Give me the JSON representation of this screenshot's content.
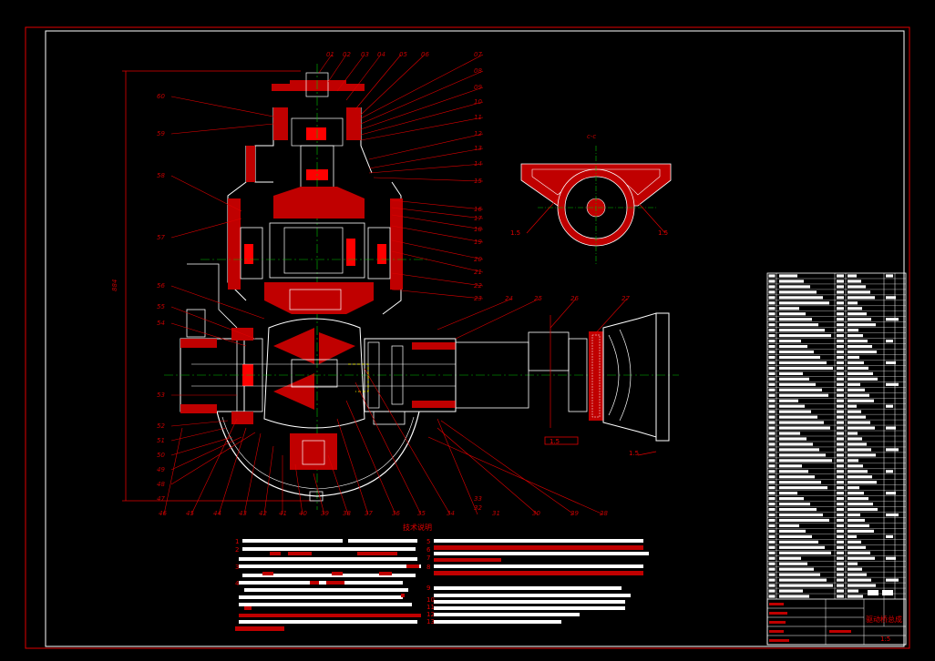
{
  "drawing": {
    "section_label": "c-c",
    "notes_title": "技术说明",
    "title_block_name": "驱动桥总成",
    "scale_label": "1:5",
    "overall_dim": "884",
    "weld_marks": [
      "1.5",
      "1.5",
      "1.5"
    ],
    "left_callouts": [
      "60",
      "59",
      "58",
      "57",
      "56",
      "55",
      "54",
      "53",
      "52",
      "51",
      "50",
      "49",
      "48",
      "47"
    ],
    "top_callouts": [
      "01",
      "02",
      "03",
      "04",
      "05",
      "06",
      "07",
      "08",
      "09",
      "10",
      "11",
      "12",
      "13",
      "14",
      "15",
      "16",
      "17",
      "18",
      "19",
      "20",
      "21",
      "22",
      "23"
    ],
    "right_callouts": [
      "24",
      "25",
      "26",
      "27"
    ],
    "bottom_callouts": [
      "46",
      "45",
      "44",
      "43",
      "42",
      "41",
      "40",
      "39",
      "38",
      "37",
      "36",
      "35",
      "34",
      "33",
      "32",
      "31",
      "30",
      "29",
      "28"
    ],
    "note_numbers": [
      "1",
      "2",
      "3",
      "4",
      "5",
      "6",
      "7",
      "8",
      "9",
      "10",
      "11",
      "12",
      "13"
    ]
  },
  "colors": {
    "frame": "#e00000",
    "inner_frame": "#ffffff",
    "section_fill": "#c00000",
    "leader": "#e00000",
    "centerline": "#00c000",
    "yellow": "#ffff00"
  }
}
